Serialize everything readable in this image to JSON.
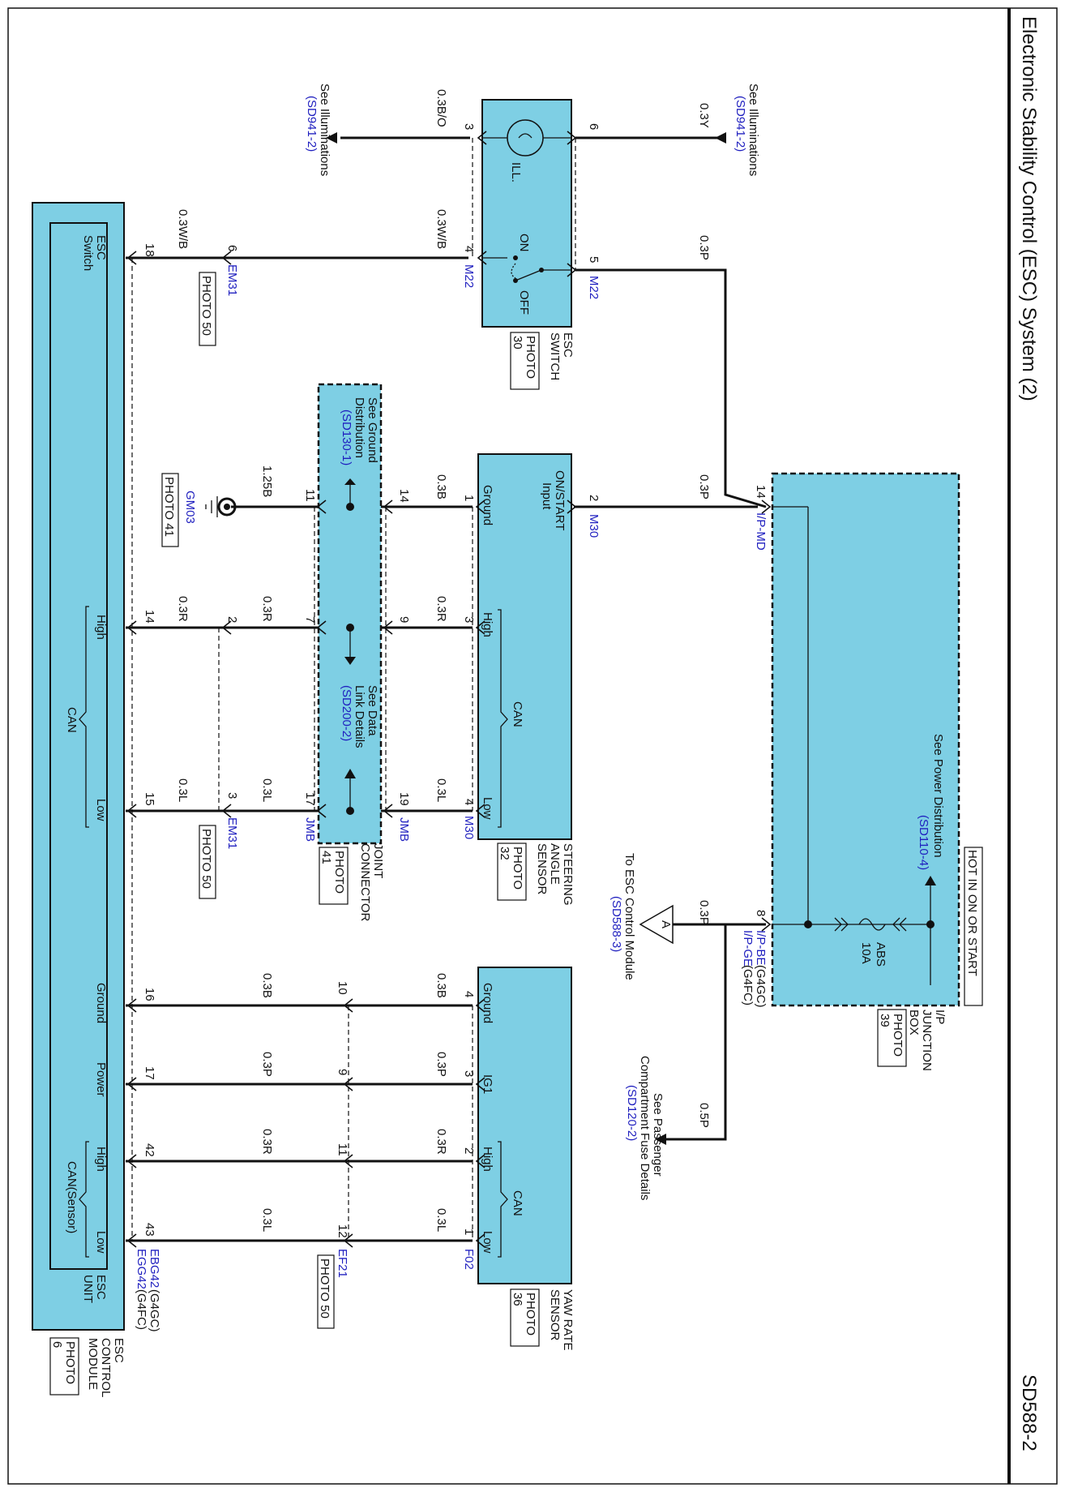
{
  "title": "Electronic Stability Control (ESC) System (2)",
  "page_id": "SD588-2",
  "power_header": "HOT IN ON OR START",
  "components": {
    "junction_box": {
      "name_lines": [
        "I/P",
        "JUNCTION",
        "BOX"
      ],
      "photo": [
        "PHOTO",
        "39"
      ],
      "fuse_name": "ABS",
      "fuse_rating": "10A",
      "see_power": "See Power Distribution",
      "see_power_ref": "(SD110-4)"
    },
    "esc_switch": {
      "name_lines": [
        "ESC",
        "SWITCH"
      ],
      "photo": [
        "PHOTO",
        "30"
      ],
      "ill": "ILL.",
      "on": "ON",
      "off": "OFF",
      "connector": "M22"
    },
    "steering_sensor": {
      "name_lines": [
        "STEERING",
        "ANGLE",
        "SENSOR"
      ],
      "photo": [
        "PHOTO",
        "32"
      ],
      "input_lines": [
        "ON/START",
        "Input"
      ],
      "ground": "Ground",
      "high": "High",
      "can": "CAN",
      "low": "Low",
      "connector": "M30"
    },
    "joint_connector": {
      "name_lines": [
        "JOINT",
        "CONNECTOR"
      ],
      "photo": [
        "PHOTO",
        "41"
      ],
      "see_ground": [
        "See Ground",
        "Distribution"
      ],
      "see_ground_ref": "(SD130-1)",
      "see_data": [
        "See Data",
        "Link Details"
      ],
      "see_data_ref": "(SD200-2)",
      "connector": "JMB"
    },
    "yaw_sensor": {
      "name_lines": [
        "YAW RATE",
        "SENSOR"
      ],
      "photo": [
        "PHOTO",
        "36"
      ],
      "ground": "Ground",
      "ig1": "IG1",
      "high": "High",
      "can": "CAN",
      "low": "Low",
      "connector": "F02"
    },
    "esc_module": {
      "name_lines": [
        "ESC",
        "CONTROL",
        "MODULE"
      ],
      "photo": [
        "PHOTO",
        "6"
      ],
      "unit_lines": [
        "ESC",
        "UNIT"
      ],
      "esc_switch_lines": [
        "ESC",
        "Switch"
      ],
      "high": "High",
      "low": "Low",
      "can": "CAN",
      "ground": "Ground",
      "power": "Power",
      "can_sensor": "CAN(Sensor)",
      "conn1": "EBG42",
      "conn1_note": "(G4GC)",
      "conn2": "EGG42",
      "conn2_note": "(G4FC)"
    }
  },
  "connectors": {
    "em31": "EM31",
    "photo_50": "PHOTO 50",
    "gm03": "GM03",
    "photo_41": "PHOTO 41",
    "ef21": "EF21",
    "ipmd": "I/P-MD",
    "ipbe": "I/P-BE",
    "ipbe_note": "(G4GC)",
    "ipge": "I/P-GE",
    "ipge_note": "(G4FC)"
  },
  "refs": {
    "see_illum": "See Illuminations",
    "illum_ref": "(SD941-2)",
    "to_esc": "To ESC Control Module",
    "to_esc_ref": "(SD588-3)",
    "offpage": "A",
    "see_passenger": [
      "See Passenger",
      "Compartment Fuse Details"
    ],
    "passenger_ref": "(SD120-2)"
  },
  "wires": {
    "y03": "0.3Y",
    "bo03": "0.3B/O",
    "p03": "0.3P",
    "wb03": "0.3W/B",
    "b03": "0.3B",
    "b125": "1.25B",
    "r03": "0.3R",
    "l03": "0.3L",
    "p05": "0.5P"
  },
  "pins": {
    "sw_3": "3",
    "sw_6": "6",
    "sw_4": "4",
    "sw_5": "5",
    "em31_6": "6",
    "mod_18": "18",
    "ipmd_14": "14",
    "ipbe_8": "8",
    "sas_2": "2",
    "sas_1": "1",
    "sas_3": "3",
    "sas_4": "4",
    "jc_14": "14",
    "jc_11": "11",
    "jc_9": "9",
    "jc_7": "7",
    "jc_19": "19",
    "jc_17": "17",
    "em_2": "2",
    "em_3": "3",
    "mod_14": "14",
    "mod_15": "15",
    "mod_16": "16",
    "mod_17": "17",
    "mod_42": "42",
    "mod_43": "43",
    "yaw_4": "4",
    "yaw_3": "3",
    "yaw_2": "2",
    "yaw_1": "1",
    "ef_10": "10",
    "ef_9": "9",
    "ef_11": "11",
    "ef_12": "12"
  }
}
